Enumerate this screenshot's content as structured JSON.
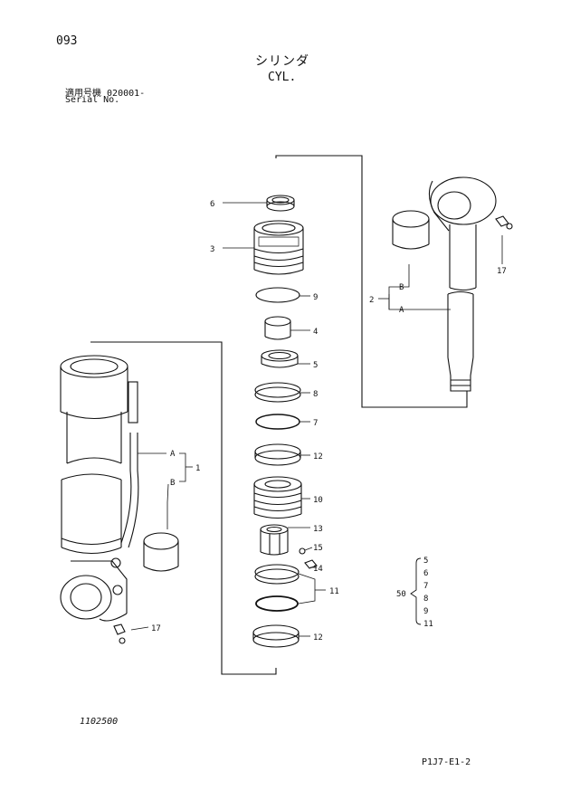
{
  "header": {
    "page_number": "093",
    "title_jp": "シリンダ",
    "title_en": "CYL.",
    "serial_label_jp": "適用号機",
    "serial_value": "020001-",
    "serial_label_en": "Serial No."
  },
  "footer": {
    "doc_code": "1102500",
    "ref_code": "P1J7-E1-2"
  },
  "callouts": {
    "c6": "6",
    "c3": "3",
    "c9": "9",
    "c4": "4",
    "c5": "5",
    "c8": "8",
    "c7": "7",
    "c12a": "12",
    "c10": "10",
    "c13": "13",
    "c15": "15",
    "c14": "14",
    "c11": "11",
    "c12b": "12",
    "c17a": "17",
    "c17b": "17",
    "c2": "2",
    "c1": "1",
    "c50": "50"
  },
  "sub_labels": {
    "a_right": "A",
    "b_right": "B",
    "a_left": "A",
    "b_left": "B"
  },
  "kit_list": [
    "5",
    "6",
    "7",
    "8",
    "9",
    "11"
  ],
  "icons": {
    "cylinder_tube": "cylinder-tube-assembly",
    "piston_rod": "piston-rod-assembly"
  }
}
